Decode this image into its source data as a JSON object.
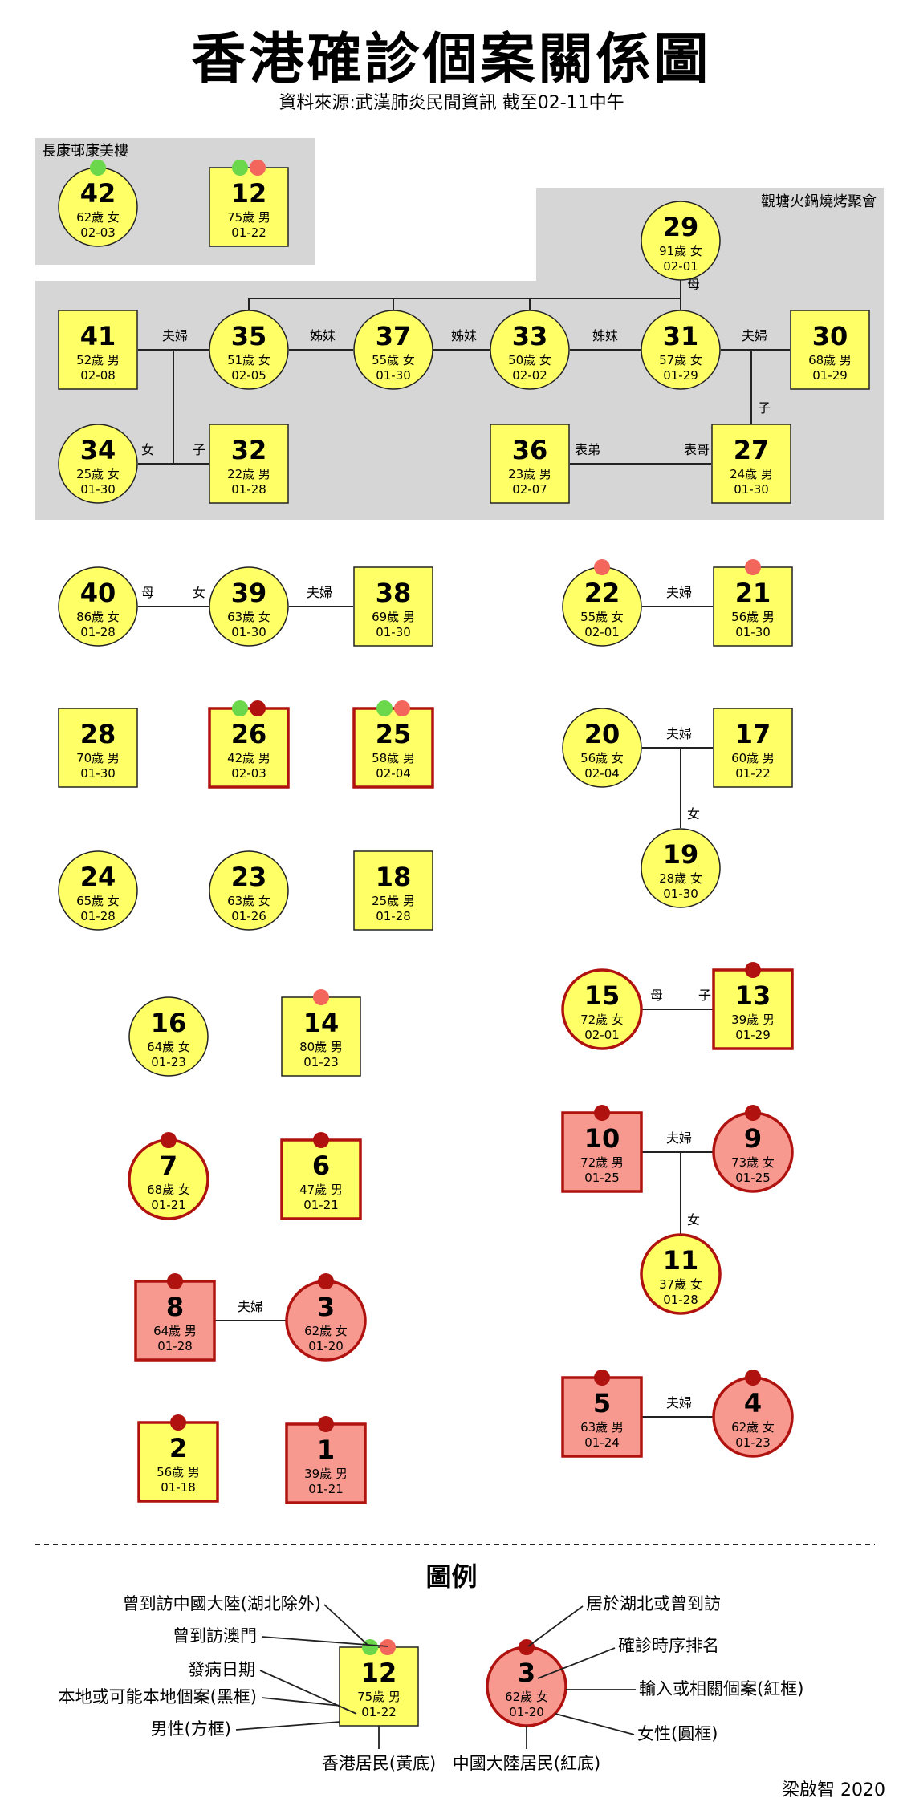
{
  "title": "香港確診個案關係圖",
  "subtitle": "資料來源:武漢肺炎民間資訊 截至02-11中午",
  "groups": [
    {
      "id": "g1",
      "label": "長康邨康美樓"
    },
    {
      "id": "g2",
      "label": "觀塘火鍋燒烤聚會"
    }
  ],
  "cases": [
    {
      "n": "42",
      "info": "62歲 女",
      "date": "02-03",
      "shape": "circle",
      "fill": "yellow",
      "border": "black",
      "dots": [
        "green"
      ]
    },
    {
      "n": "12",
      "info": "75歲 男",
      "date": "01-22",
      "shape": "square",
      "fill": "yellow",
      "border": "black",
      "dots": [
        "green",
        "salmon"
      ]
    },
    {
      "n": "29",
      "info": "91歲 女",
      "date": "02-01",
      "shape": "circle",
      "fill": "yellow",
      "border": "black",
      "dots": []
    },
    {
      "n": "41",
      "info": "52歲 男",
      "date": "02-08",
      "shape": "square",
      "fill": "yellow",
      "border": "black",
      "dots": []
    },
    {
      "n": "35",
      "info": "51歲 女",
      "date": "02-05",
      "shape": "circle",
      "fill": "yellow",
      "border": "black",
      "dots": []
    },
    {
      "n": "37",
      "info": "55歲 女",
      "date": "01-30",
      "shape": "circle",
      "fill": "yellow",
      "border": "black",
      "dots": []
    },
    {
      "n": "33",
      "info": "50歲 女",
      "date": "02-02",
      "shape": "circle",
      "fill": "yellow",
      "border": "black",
      "dots": []
    },
    {
      "n": "31",
      "info": "57歲 女",
      "date": "01-29",
      "shape": "circle",
      "fill": "yellow",
      "border": "black",
      "dots": []
    },
    {
      "n": "30",
      "info": "68歲 男",
      "date": "01-29",
      "shape": "square",
      "fill": "yellow",
      "border": "black",
      "dots": []
    },
    {
      "n": "34",
      "info": "25歲 女",
      "date": "01-30",
      "shape": "circle",
      "fill": "yellow",
      "border": "black",
      "dots": []
    },
    {
      "n": "32",
      "info": "22歲 男",
      "date": "01-28",
      "shape": "square",
      "fill": "yellow",
      "border": "black",
      "dots": []
    },
    {
      "n": "36",
      "info": "23歲 男",
      "date": "02-07",
      "shape": "square",
      "fill": "yellow",
      "border": "black",
      "dots": []
    },
    {
      "n": "27",
      "info": "24歲 男",
      "date": "01-30",
      "shape": "square",
      "fill": "yellow",
      "border": "black",
      "dots": []
    },
    {
      "n": "40",
      "info": "86歲 女",
      "date": "01-28",
      "shape": "circle",
      "fill": "yellow",
      "border": "black",
      "dots": []
    },
    {
      "n": "39",
      "info": "63歲 女",
      "date": "01-30",
      "shape": "circle",
      "fill": "yellow",
      "border": "black",
      "dots": []
    },
    {
      "n": "38",
      "info": "69歲 男",
      "date": "01-30",
      "shape": "square",
      "fill": "yellow",
      "border": "black",
      "dots": []
    },
    {
      "n": "22",
      "info": "55歲 女",
      "date": "02-01",
      "shape": "circle",
      "fill": "yellow",
      "border": "black",
      "dots": [
        "salmon"
      ]
    },
    {
      "n": "21",
      "info": "56歲 男",
      "date": "01-30",
      "shape": "square",
      "fill": "yellow",
      "border": "black",
      "dots": [
        "salmon"
      ]
    },
    {
      "n": "28",
      "info": "70歲 男",
      "date": "01-30",
      "shape": "square",
      "fill": "yellow",
      "border": "black",
      "dots": []
    },
    {
      "n": "26",
      "info": "42歲 男",
      "date": "02-03",
      "shape": "square",
      "fill": "yellow",
      "border": "red",
      "dots": [
        "green",
        "darkred"
      ]
    },
    {
      "n": "25",
      "info": "58歲 男",
      "date": "02-04",
      "shape": "square",
      "fill": "yellow",
      "border": "red",
      "dots": [
        "green",
        "salmon"
      ]
    },
    {
      "n": "20",
      "info": "56歲 女",
      "date": "02-04",
      "shape": "circle",
      "fill": "yellow",
      "border": "black",
      "dots": []
    },
    {
      "n": "17",
      "info": "60歲 男",
      "date": "01-22",
      "shape": "square",
      "fill": "yellow",
      "border": "black",
      "dots": []
    },
    {
      "n": "19",
      "info": "28歲 女",
      "date": "01-30",
      "shape": "circle",
      "fill": "yellow",
      "border": "black",
      "dots": []
    },
    {
      "n": "24",
      "info": "65歲 女",
      "date": "01-28",
      "shape": "circle",
      "fill": "yellow",
      "border": "black",
      "dots": []
    },
    {
      "n": "23",
      "info": "63歲 女",
      "date": "01-26",
      "shape": "circle",
      "fill": "yellow",
      "border": "black",
      "dots": []
    },
    {
      "n": "18",
      "info": "25歲 男",
      "date": "01-28",
      "shape": "square",
      "fill": "yellow",
      "border": "black",
      "dots": []
    },
    {
      "n": "16",
      "info": "64歲 女",
      "date": "01-23",
      "shape": "circle",
      "fill": "yellow",
      "border": "black",
      "dots": []
    },
    {
      "n": "14",
      "info": "80歲 男",
      "date": "01-23",
      "shape": "square",
      "fill": "yellow",
      "border": "black",
      "dots": [
        "salmon"
      ]
    },
    {
      "n": "15",
      "info": "72歲 女",
      "date": "02-01",
      "shape": "circle",
      "fill": "yellow",
      "border": "red",
      "dots": []
    },
    {
      "n": "13",
      "info": "39歲 男",
      "date": "01-29",
      "shape": "square",
      "fill": "yellow",
      "border": "red",
      "dots": [
        "darkred"
      ]
    },
    {
      "n": "7",
      "info": "68歲 女",
      "date": "01-21",
      "shape": "circle",
      "fill": "yellow",
      "border": "red",
      "dots": [
        "darkred"
      ]
    },
    {
      "n": "6",
      "info": "47歲 男",
      "date": "01-21",
      "shape": "square",
      "fill": "yellow",
      "border": "red",
      "dots": [
        "darkred"
      ]
    },
    {
      "n": "10",
      "info": "72歲 男",
      "date": "01-25",
      "shape": "square",
      "fill": "pink",
      "border": "red",
      "dots": [
        "darkred"
      ]
    },
    {
      "n": "9",
      "info": "73歲 女",
      "date": "01-25",
      "shape": "circle",
      "fill": "pink",
      "border": "red",
      "dots": [
        "darkred"
      ]
    },
    {
      "n": "11",
      "info": "37歲 女",
      "date": "01-28",
      "shape": "circle",
      "fill": "yellow",
      "border": "red",
      "dots": []
    },
    {
      "n": "8",
      "info": "64歲 男",
      "date": "01-28",
      "shape": "square",
      "fill": "pink",
      "border": "red",
      "dots": [
        "darkred"
      ]
    },
    {
      "n": "3",
      "info": "62歲 女",
      "date": "01-20",
      "shape": "circle",
      "fill": "pink",
      "border": "red",
      "dots": [
        "darkred"
      ]
    },
    {
      "n": "5",
      "info": "63歲 男",
      "date": "01-24",
      "shape": "square",
      "fill": "pink",
      "border": "red",
      "dots": [
        "darkred"
      ]
    },
    {
      "n": "4",
      "info": "62歲 女",
      "date": "01-23",
      "shape": "circle",
      "fill": "pink",
      "border": "red",
      "dots": [
        "darkred"
      ]
    },
    {
      "n": "2",
      "info": "56歲 男",
      "date": "01-18",
      "shape": "square",
      "fill": "yellow",
      "border": "red",
      "dots": [
        "darkred"
      ]
    },
    {
      "n": "1",
      "info": "39歲 男",
      "date": "01-21",
      "shape": "square",
      "fill": "pink",
      "border": "red",
      "dots": [
        "darkred"
      ]
    }
  ],
  "relations": [
    {
      "text": "母"
    },
    {
      "text": "夫婦"
    },
    {
      "text": "姊妹"
    },
    {
      "text": "姊妹"
    },
    {
      "text": "姊妹"
    },
    {
      "text": "夫婦"
    },
    {
      "text": "女"
    },
    {
      "text": "子"
    },
    {
      "text": "子"
    },
    {
      "text": "表弟"
    },
    {
      "text": "表哥"
    },
    {
      "text": "母"
    },
    {
      "text": "女"
    },
    {
      "text": "夫婦"
    },
    {
      "text": "夫婦"
    },
    {
      "text": "夫婦"
    },
    {
      "text": "女"
    },
    {
      "text": "母"
    },
    {
      "text": "子"
    },
    {
      "text": "夫婦"
    },
    {
      "text": "女"
    },
    {
      "text": "夫婦"
    },
    {
      "text": "夫婦"
    }
  ],
  "legend": {
    "title": "圖例",
    "sample_square": {
      "n": "12",
      "info": "75歲 男",
      "date": "01-22"
    },
    "sample_circle": {
      "n": "3",
      "info": "62歲 女",
      "date": "01-20"
    },
    "labels": [
      {
        "text": "曾到訪中國大陸(湖北除外)"
      },
      {
        "text": "曾到訪澳門"
      },
      {
        "text": "發病日期"
      },
      {
        "text": "本地或可能本地個案(黑框)"
      },
      {
        "text": "男性(方框)"
      },
      {
        "text": "香港居民(黃底)"
      },
      {
        "text": "居於湖北或曾到訪"
      },
      {
        "text": "確診時序排名"
      },
      {
        "text": "輸入或相關個案(紅框)"
      },
      {
        "text": "女性(圓框)"
      },
      {
        "text": "中國大陸居民(紅底)"
      }
    ]
  },
  "credit": "梁啟智 2020",
  "colors": {
    "yellow": "#ffff66",
    "pink": "#f7998f",
    "red": "#b0120f",
    "darkred": "#b0120f",
    "salmon": "#f2665c",
    "green": "#6ad84a",
    "group_bg": "#d6d6d6",
    "black": "#222222"
  }
}
